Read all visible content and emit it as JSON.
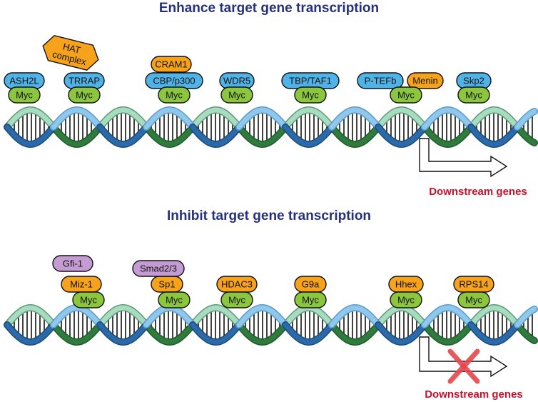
{
  "colors": {
    "myc": "#8cc63e",
    "blue": "#4fb3e8",
    "orange": "#f7a21b",
    "pink": "#c59bd3",
    "title": "#27317a",
    "downstream": "#c8102e",
    "strand_dark": "#2f7a3d",
    "strand_light": "#a8dcc0",
    "strand_blue": "#2a6aa8",
    "strand_sky": "#8fc8ec",
    "cross": "#e5474b"
  },
  "enhance": {
    "title": "Enhance target gene transcription",
    "downstream_label": "Downstream genes",
    "myc_label": "Myc",
    "complexes": [
      {
        "partners": [
          {
            "label": "ASH2L",
            "color": "blue"
          }
        ]
      },
      {
        "partners": [
          {
            "label": "TRRAP",
            "color": "blue"
          }
        ],
        "extra": {
          "label1": "HAT",
          "label2": "complex",
          "color": "orange"
        }
      },
      {
        "partners": [
          {
            "label": "CBP/p300",
            "color": "blue"
          },
          {
            "label": "CRAM1",
            "color": "orange"
          }
        ]
      },
      {
        "partners": [
          {
            "label": "WDR5",
            "color": "blue"
          }
        ]
      },
      {
        "partners": [
          {
            "label": "TBP/TAF1",
            "color": "blue"
          }
        ]
      },
      {
        "partners": [
          {
            "label": "P-TEFb",
            "color": "blue"
          },
          {
            "label": "Menin",
            "color": "orange"
          }
        ]
      },
      {
        "partners": [
          {
            "label": "Skp2",
            "color": "blue"
          }
        ]
      }
    ]
  },
  "inhibit": {
    "title": "Inhibit target gene transcription",
    "downstream_label": "Downstream genes",
    "myc_label": "Myc",
    "complexes": [
      {
        "partners": [
          {
            "label": "Miz-1",
            "color": "orange"
          },
          {
            "label": "Gfi-1",
            "color": "pink"
          }
        ]
      },
      {
        "partners": [
          {
            "label": "Sp1",
            "color": "orange"
          },
          {
            "label": "Smad2/3",
            "color": "pink"
          }
        ]
      },
      {
        "partners": [
          {
            "label": "HDAC3",
            "color": "orange"
          }
        ]
      },
      {
        "partners": [
          {
            "label": "G9a",
            "color": "orange"
          }
        ]
      },
      {
        "partners": [
          {
            "label": "Hhex",
            "color": "orange"
          }
        ]
      },
      {
        "partners": [
          {
            "label": "RPS14",
            "color": "orange"
          }
        ]
      }
    ]
  }
}
